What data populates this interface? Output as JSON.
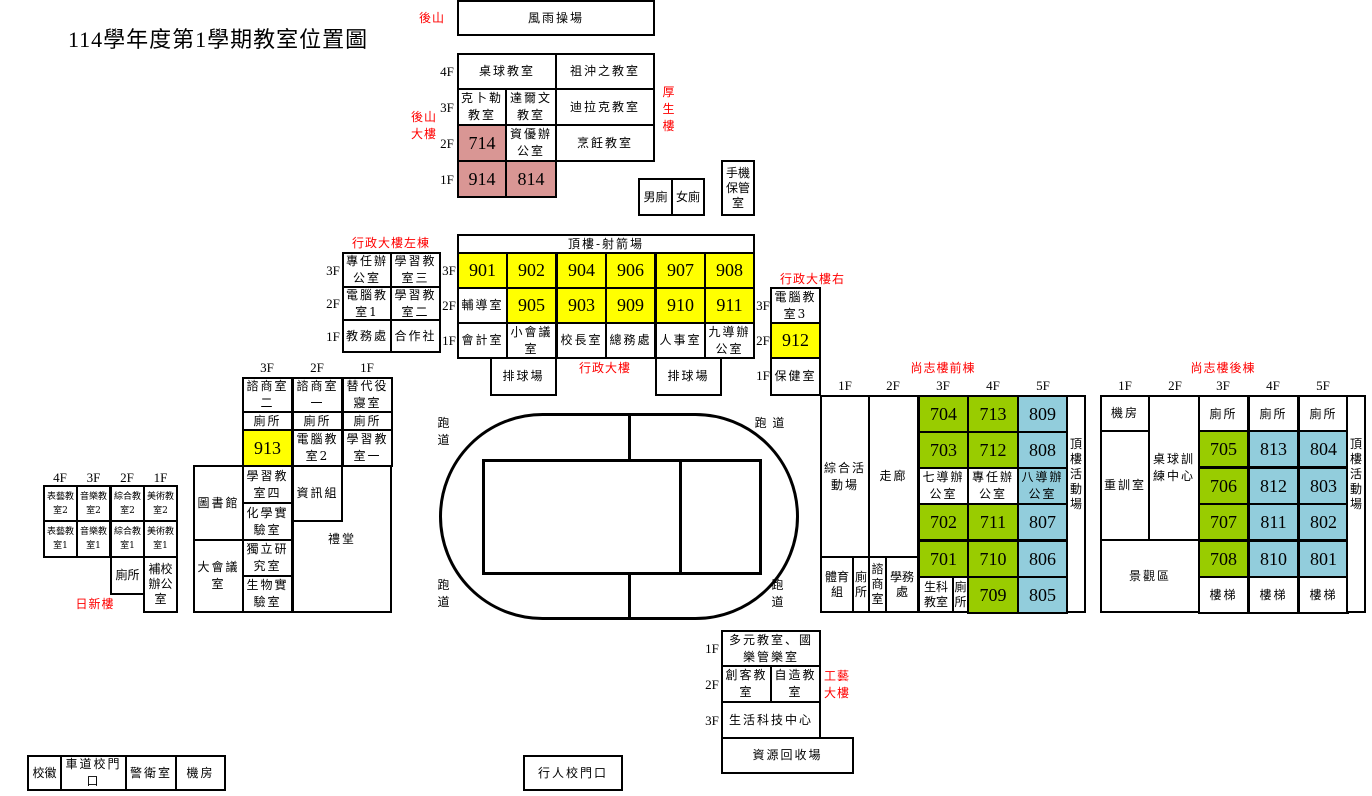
{
  "title": "114學年度第1學期教室位置圖",
  "colors": {
    "senior_grade9": "#ffff00",
    "special": "#d99694",
    "grade7": "#99cc00",
    "grade8": "#92cddc",
    "label": "#ff0000"
  },
  "labels": {
    "houshan": "後山",
    "houshan_building": "後山大樓",
    "housheng": "厚生樓",
    "admin_left": "行政大樓左棟",
    "admin_main": "行政大樓",
    "admin_right": "行政大樓右",
    "rixin": "日新樓",
    "shangzhi_front": "尚志樓前棟",
    "shangzhi_back": "尚志樓後棟",
    "craft": "工藝大樓",
    "track": "跑道",
    "track_h": "跑 道"
  },
  "gym": "風雨操場",
  "houshan_building": {
    "floors": [
      "4F",
      "3F",
      "2F",
      "1F"
    ],
    "rooms": [
      "桌球教室",
      "祖沖之教室",
      "克卜勒教室",
      "達爾文教室",
      "迪拉克教室",
      "714",
      "資優辦公室",
      "烹飪教室",
      "914",
      "814"
    ]
  },
  "restrooms": {
    "male": "男廁",
    "female": "女廁",
    "phone": "手機保管室"
  },
  "admin_left": {
    "floors": [
      "3F",
      "2F",
      "1F"
    ],
    "rooms": [
      "專任辦公室",
      "學習教室三",
      "電腦教室1",
      "學習教室二",
      "教務處",
      "合作社"
    ]
  },
  "admin_main": {
    "floors": [
      "3F",
      "2F",
      "1F"
    ],
    "roof": "頂樓-射箭場",
    "rooms_3f": [
      "901",
      "902",
      "904",
      "906",
      "907",
      "908"
    ],
    "rooms_2f": [
      "輔導室",
      "905",
      "903",
      "909",
      "910",
      "911"
    ],
    "rooms_1f": [
      "會計室",
      "小會議室",
      "校長室",
      "總務處",
      "人事室",
      "九導辦公室"
    ],
    "volleyball": [
      "排球場",
      "排球場"
    ]
  },
  "admin_right": {
    "floors": [
      "3F",
      "2F",
      "1F"
    ],
    "rooms": [
      "電腦教室3",
      "912",
      "保健室"
    ]
  },
  "west_building": {
    "floors": [
      "3F",
      "2F",
      "1F"
    ],
    "rooms": [
      "諮商室二",
      "諮商室一",
      "替代役寢室",
      "廁所",
      "廁所",
      "廁所",
      "913",
      "電腦教室2",
      "學習教室一",
      "圖書館",
      "大會議室",
      "學習教室四",
      "化學實驗室",
      "獨立研究室",
      "生物實驗室",
      "資訊組",
      "禮堂"
    ]
  },
  "rixin": {
    "floors": [
      "4F",
      "3F",
      "2F",
      "1F"
    ],
    "rooms": [
      "表藝教室2",
      "音樂教室2",
      "綜合教室2",
      "美術教室2",
      "表藝教室1",
      "音樂教室1",
      "綜合教室1",
      "美術教室1",
      "廁所",
      "補校辦公室"
    ]
  },
  "shangzhi_front": {
    "floors": [
      "1F",
      "2F",
      "3F",
      "4F",
      "5F"
    ],
    "f1": [
      "綜合活動場",
      "體育組",
      "廁所"
    ],
    "f2": [
      "走廊",
      "諮商室",
      "學務處"
    ],
    "f3": [
      "704",
      "703",
      "七導辦公室",
      "702",
      "701",
      "生科教室",
      "廁所"
    ],
    "f4": [
      "713",
      "712",
      "專任辦公室",
      "711",
      "710",
      "709"
    ],
    "f5": [
      "809",
      "808",
      "八導辦公室",
      "807",
      "806",
      "805"
    ],
    "roof": "頂樓活動場"
  },
  "shangzhi_back": {
    "floors": [
      "1F",
      "2F",
      "3F",
      "4F",
      "5F"
    ],
    "f1": [
      "機房",
      "重訓室"
    ],
    "f2": [
      "桌球訓練中心"
    ],
    "landscape": "景觀區",
    "f3": [
      "廁所",
      "705",
      "706",
      "707",
      "708",
      "樓梯"
    ],
    "f4": [
      "廁所",
      "813",
      "812",
      "811",
      "810",
      "樓梯"
    ],
    "f5": [
      "廁所",
      "804",
      "803",
      "802",
      "801",
      "樓梯"
    ],
    "roof": "頂樓活動場"
  },
  "craft": {
    "floors": [
      "1F",
      "2F",
      "3F"
    ],
    "rooms": [
      "多元教室、國樂管樂室",
      "創客教室",
      "自造教室",
      "生活科技中心"
    ],
    "recycling": "資源回收場"
  },
  "gate_area": [
    "校徽",
    "車道校門口",
    "警衛室",
    "機房"
  ],
  "pedestrian_gate": "行人校門口"
}
